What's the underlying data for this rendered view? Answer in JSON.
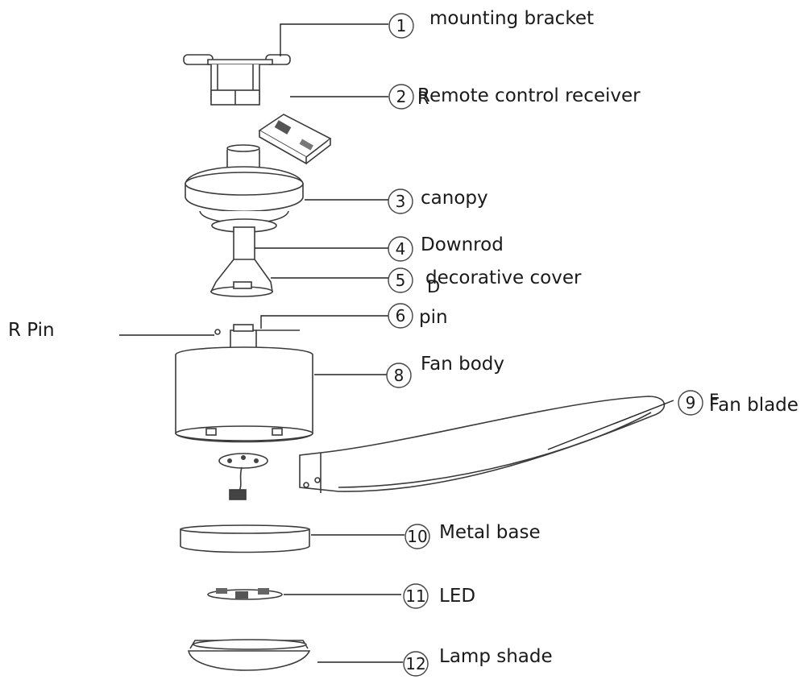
{
  "parts": [
    {
      "num": "1",
      "label": "mounting bracket"
    },
    {
      "num": "2",
      "label": "Remote control receiver"
    },
    {
      "num": "3",
      "label": "canopy"
    },
    {
      "num": "4",
      "label": "Downrod"
    },
    {
      "num": "5",
      "label": "decorative cover"
    },
    {
      "num": "6",
      "label": "pin"
    },
    {
      "num": "8",
      "label": "Fan body"
    },
    {
      "num": "9",
      "label": "Fan blade"
    },
    {
      "num": "10",
      "label": "Metal base"
    },
    {
      "num": "11",
      "label": "LED"
    },
    {
      "num": "12",
      "label": "Lamp shade"
    }
  ],
  "r_pin_label": "R Pin",
  "stray_letters": {
    "remote": "R",
    "decorative": "D",
    "blade": "F"
  },
  "colors": {
    "line": "#222222",
    "outline": "#3a3a3a",
    "fill": "#ffffff"
  }
}
